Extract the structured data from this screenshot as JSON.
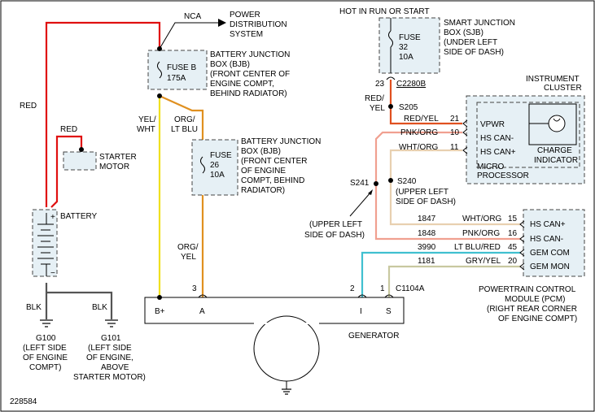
{
  "colors": {
    "red": "#e01010",
    "black": "#555555",
    "yellow": "#f0e020",
    "orange": "#e09020",
    "red_yellow": "#e05020",
    "pink": "#f0a090",
    "white_orange": "#e8d0b0",
    "cyan": "#40c0d0",
    "gray_yellow": "#c8c8a0",
    "box_fill": "#e6f0f5"
  },
  "diagram": {
    "nca": "NCA",
    "pds": [
      "POWER",
      "DISTRIBUTION",
      "SYSTEM"
    ],
    "hot_run_start": "HOT IN RUN OR START",
    "fuse_b": {
      "name": "FUSE B",
      "amp": "175A"
    },
    "bjb_top": [
      "BATTERY JUNCTION",
      "BOX (BJB)",
      "(FRONT CENTER OF",
      "ENGINE COMPT,",
      "BEHIND RADIATOR)"
    ],
    "fuse_26": {
      "name": "FUSE",
      "num": "26",
      "amp": "10A"
    },
    "bjb_mid": [
      "BATTERY JUNCTION",
      "BOX (BJB)",
      "(FRONT CENTER",
      "OF ENGINE",
      "COMPT, BEHIND",
      "RADIATOR)"
    ],
    "fuse_32": {
      "name": "FUSE",
      "num": "32",
      "amp": "10A"
    },
    "sjb": [
      "SMART JUNCTION",
      "BOX (SJB)",
      "(UNDER LEFT",
      "SIDE OF DASH)"
    ],
    "c2280b": {
      "pin": "23",
      "name": "C2280B"
    },
    "red_yel_wire": [
      "RED/",
      "YEL"
    ],
    "s205": "S205",
    "instrument_cluster": [
      "INSTRUMENT",
      "CLUSTER"
    ],
    "cluster_pins": [
      {
        "wire": "RED/YEL",
        "num": "21",
        "name": "VPWR"
      },
      {
        "wire": "PNK/ORG",
        "num": "10",
        "name": "HS CAN-"
      },
      {
        "wire": "WHT/ORG",
        "num": "11",
        "name": "HS CAN+"
      }
    ],
    "charge_indicator": [
      "CHARGE",
      "INDICATOR"
    ],
    "micro_processor": [
      "MICRO",
      "PROCESSOR"
    ],
    "s241": "S241",
    "s240": "S240",
    "s240_loc": [
      "(UPPER LEFT",
      "SIDE OF DASH)"
    ],
    "s241_loc": [
      "(UPPER LEFT",
      "SIDE OF DASH)"
    ],
    "pcm_pins": [
      {
        "circuit": "1847",
        "wire": "WHT/ORG",
        "num": "15",
        "name": "HS CAN+"
      },
      {
        "circuit": "1848",
        "wire": "PNK/ORG",
        "num": "16",
        "name": "HS CAN-"
      },
      {
        "circuit": "3990",
        "wire": "LT BLU/RED",
        "num": "45",
        "name": "GEM COM"
      },
      {
        "circuit": "1181",
        "wire": "GRY/YEL",
        "num": "20",
        "name": "GEM MON"
      }
    ],
    "pcm": [
      "POWERTRAIN CONTROL",
      "MODULE (PCM)",
      "(RIGHT REAR CORNER",
      "OF ENGINE COMPT)"
    ],
    "red1": "RED",
    "red2": "RED",
    "starter": [
      "STARTER",
      "MOTOR"
    ],
    "battery": "BATTERY",
    "yel_wht": [
      "YEL/",
      "WHT"
    ],
    "org_ltblu": [
      "ORG/",
      "LT BLU"
    ],
    "org_yel": [
      "ORG/",
      "YEL"
    ],
    "pin3": "3",
    "pin2": "2",
    "pin1": "1",
    "c1104a": "C1104A",
    "gen_terminals": [
      "B+",
      "A",
      "I",
      "S"
    ],
    "generator": "GENERATOR",
    "blk1": "BLK",
    "blk2": "BLK",
    "g100": [
      "G100",
      "(LEFT SIDE",
      "OF ENGINE",
      "COMPT)"
    ],
    "g101": [
      "G101",
      "(LEFT SIDE",
      "OF ENGINE,",
      "ABOVE",
      "STARTER MOTOR)"
    ],
    "diagram_id": "228584"
  }
}
